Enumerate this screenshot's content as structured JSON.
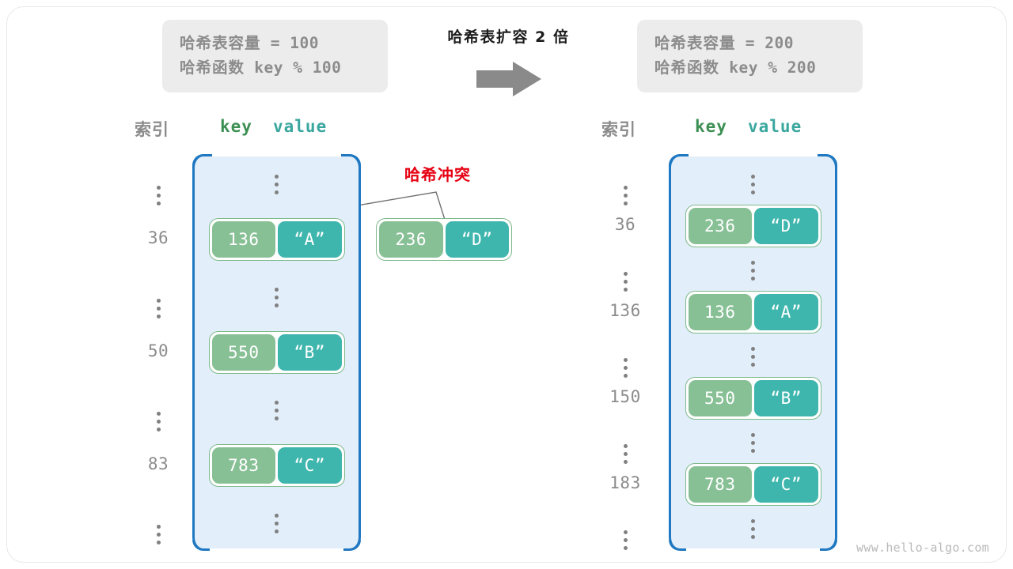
{
  "watermark": "www.hello-algo.com",
  "header": {
    "left_box": {
      "line1_label": "哈希表容量",
      "line1_expr": " = 100",
      "line2_label": "哈希函数",
      "line2_expr": " key % 100"
    },
    "right_box": {
      "line1_label": "哈希表容量",
      "line1_expr": " = 200",
      "line2_label": "哈希函数",
      "line2_expr": " key % 200"
    },
    "center_title": "哈希表扩容 2 倍",
    "arrow_icon": "right-arrow-icon",
    "arrow_color": "#8a8a8a"
  },
  "collision": {
    "label": "哈希冲突",
    "color": "#e60012"
  },
  "columns": {
    "index_header": "索引",
    "key_header": "key",
    "value_header": "value",
    "key_color": "#3c8f52",
    "value_color": "#3aa79f"
  },
  "left_table": {
    "rows": [
      {
        "index": "⋮",
        "type": "dots"
      },
      {
        "index": "36",
        "type": "pair",
        "key": "136",
        "value": "“A”"
      },
      {
        "index": "⋮",
        "type": "dots"
      },
      {
        "index": "50",
        "type": "pair",
        "key": "550",
        "value": "“B”"
      },
      {
        "index": "⋮",
        "type": "dots"
      },
      {
        "index": "83",
        "type": "pair",
        "key": "783",
        "value": "“C”"
      },
      {
        "index": "⋮",
        "type": "dots"
      }
    ]
  },
  "overflow_pair": {
    "key": "236",
    "value": "“D”"
  },
  "right_table": {
    "rows": [
      {
        "index": "⋮",
        "type": "dots"
      },
      {
        "index": "36",
        "type": "pair",
        "key": "236",
        "value": "“D”"
      },
      {
        "index": "⋮",
        "type": "dots"
      },
      {
        "index": "136",
        "type": "pair",
        "key": "136",
        "value": "“A”"
      },
      {
        "index": "⋮",
        "type": "dots"
      },
      {
        "index": "150",
        "type": "pair",
        "key": "550",
        "value": "“B”"
      },
      {
        "index": "⋮",
        "type": "dots"
      },
      {
        "index": "183",
        "type": "pair",
        "key": "783",
        "value": "“C”"
      },
      {
        "index": "⋮",
        "type": "dots"
      }
    ]
  }
}
